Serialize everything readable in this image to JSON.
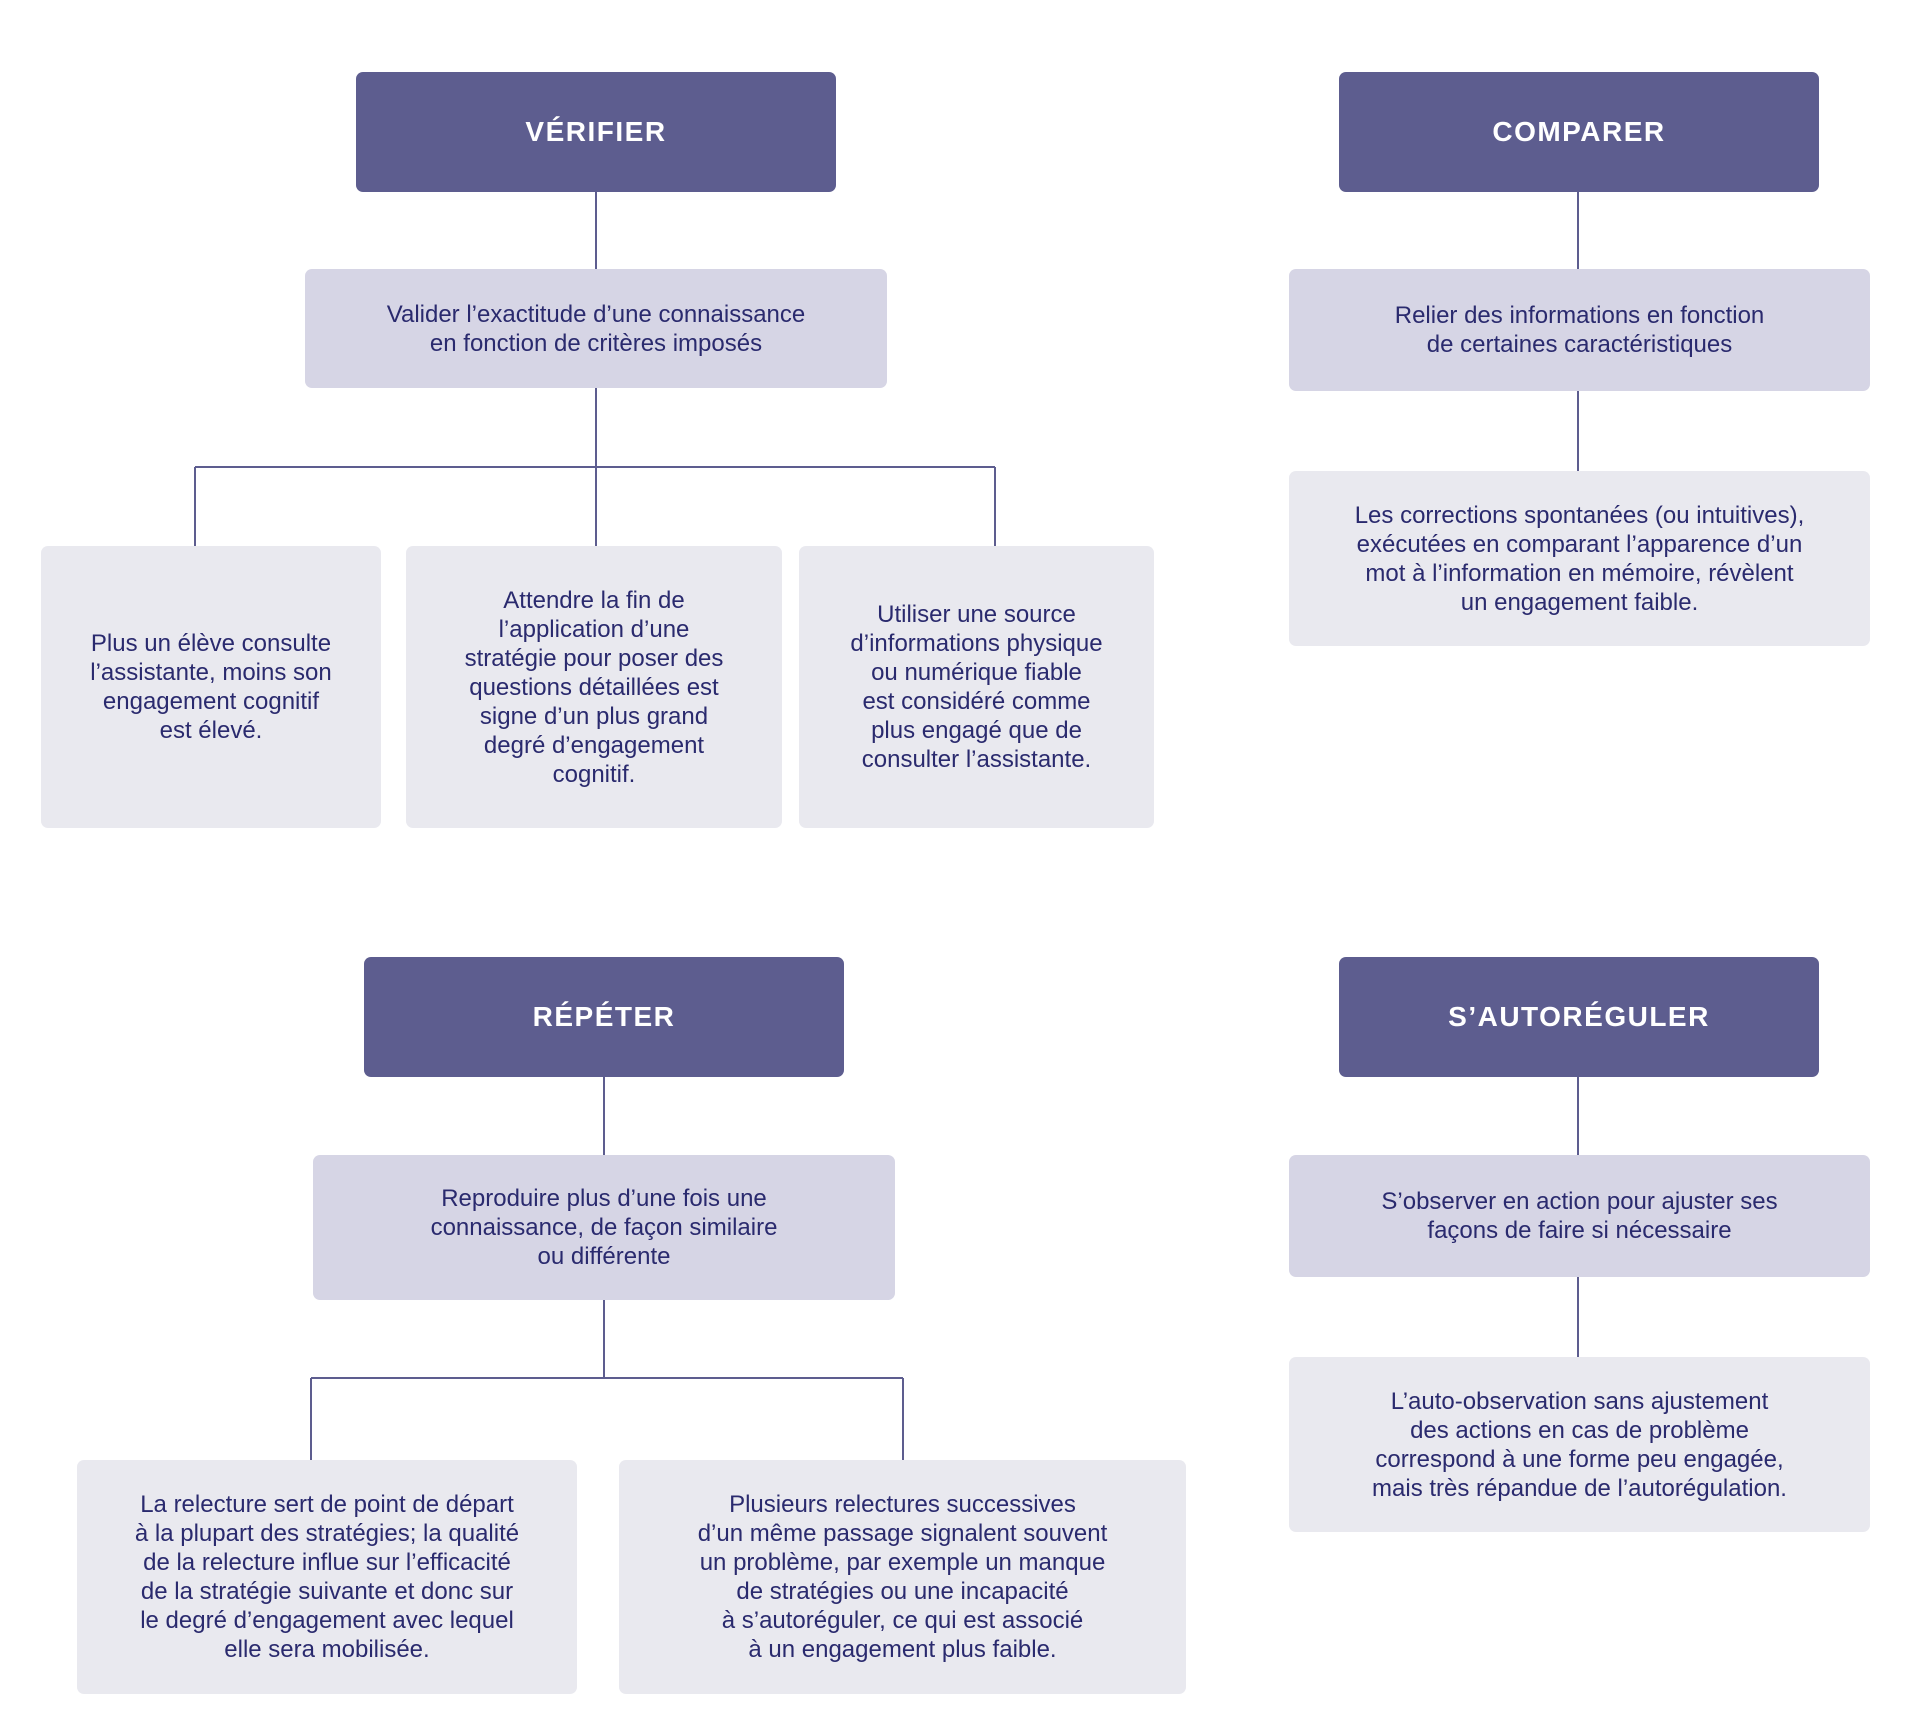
{
  "verifier": {
    "title": "VÉRIFIER",
    "definition": "Valider l’exactitude d’une connaissance\nen fonction de critères imposés",
    "details": [
      "Plus un élève consulte\nl’assistante, moins son\nengagement cognitif\nest élevé.",
      "Attendre la fin de\nl’application d’une\nstratégie pour poser des\nquestions détaillées est\nsigne d’un plus grand\ndegré d’engagement\ncognitif.",
      "Utiliser une source\nd’informations physique\nou numérique fiable\nest considéré comme\nplus engagé que de\nconsulter l’assistante."
    ]
  },
  "comparer": {
    "title": "COMPARER",
    "definition": "Relier des informations en fonction\nde certaines caractéristiques",
    "details": [
      "Les corrections spontanées (ou intuitives),\nexécutées en comparant l’apparence d’un\nmot à l’information en mémoire, révèlent\nun engagement faible."
    ]
  },
  "repeter": {
    "title": "RÉPÉTER",
    "definition": "Reproduire plus d’une fois une\nconnaissance, de façon similaire\nou différente",
    "details": [
      "La relecture sert de point de départ\nà la plupart des stratégies; la qualité\nde la relecture influe sur l’efficacité\nde la stratégie suivante et donc sur\nle degré d’engagement avec lequel\nelle sera mobilisée.",
      "Plusieurs relectures successives\nd’un même passage signalent souvent\nun problème, par exemple un manque\nde stratégies ou une incapacité\nà s’autoréguler, ce qui est associé\nà un engagement plus faible."
    ]
  },
  "autoreguler": {
    "title": "S’AUTORÉGULER",
    "definition": "S’observer en action pour ajuster ses\nfaçons de faire si nécessaire",
    "details": [
      "L’auto-observation sans ajustement\ndes actions en cas de problème\ncorrespond à une forme peu engagée,\nmais très répandue de l’autorégulation."
    ]
  },
  "colors": {
    "header": "#5d5d8f",
    "definition": "#d6d5e5",
    "detail": "#e9e9ef",
    "text": "#2a2a6e",
    "connector": "#5d5d8f"
  }
}
